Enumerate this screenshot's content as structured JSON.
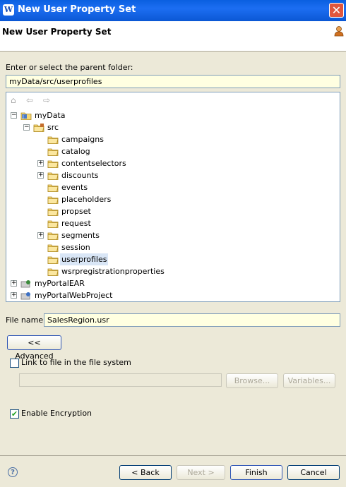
{
  "window": {
    "title": "New User Property Set",
    "close_glyph": "✕",
    "app_icon": "W"
  },
  "header": {
    "title": "New User Property Set",
    "icon": "user-icon"
  },
  "folder_prompt": "Enter or select the parent folder:",
  "parent_folder": "myData/src/userprofiles",
  "tree_toolbar": {
    "home": "⌂",
    "back": "⇦",
    "forward": "⇨"
  },
  "tree": [
    {
      "label": "myData",
      "level": 0,
      "expander": "−",
      "type": "project-java"
    },
    {
      "label": "src",
      "level": 1,
      "expander": "−",
      "type": "package-folder"
    },
    {
      "label": "campaigns",
      "level": 2,
      "expander": "",
      "type": "folder"
    },
    {
      "label": "catalog",
      "level": 2,
      "expander": "",
      "type": "folder"
    },
    {
      "label": "contentselectors",
      "level": 2,
      "expander": "+",
      "type": "folder"
    },
    {
      "label": "discounts",
      "level": 2,
      "expander": "+",
      "type": "folder"
    },
    {
      "label": "events",
      "level": 2,
      "expander": "",
      "type": "folder"
    },
    {
      "label": "placeholders",
      "level": 2,
      "expander": "",
      "type": "folder"
    },
    {
      "label": "propset",
      "level": 2,
      "expander": "",
      "type": "folder"
    },
    {
      "label": "request",
      "level": 2,
      "expander": "",
      "type": "folder"
    },
    {
      "label": "segments",
      "level": 2,
      "expander": "+",
      "type": "folder"
    },
    {
      "label": "session",
      "level": 2,
      "expander": "",
      "type": "folder"
    },
    {
      "label": "userprofiles",
      "level": 2,
      "expander": "",
      "type": "folder",
      "selected": true
    },
    {
      "label": "wsrpregistrationproperties",
      "level": 2,
      "expander": "",
      "type": "folder"
    },
    {
      "label": "myPortalEAR",
      "level": 0,
      "expander": "+",
      "type": "project-ear"
    },
    {
      "label": "myPortalWebProject",
      "level": 0,
      "expander": "+",
      "type": "project-web"
    }
  ],
  "file_name": {
    "label": "File name:",
    "value": "SalesRegion.usr"
  },
  "advanced_button": "<< Advanced",
  "link_file": {
    "label": "Link to file in the file system",
    "checked": false,
    "value": ""
  },
  "browse_button": "Browse...",
  "variables_button": "Variables...",
  "encryption": {
    "label": "Enable Encryption",
    "checked": true,
    "check_glyph": "✔"
  },
  "help_glyph": "?",
  "buttons": {
    "back": "< Back",
    "next": "Next >",
    "finish": "Finish",
    "cancel": "Cancel"
  }
}
